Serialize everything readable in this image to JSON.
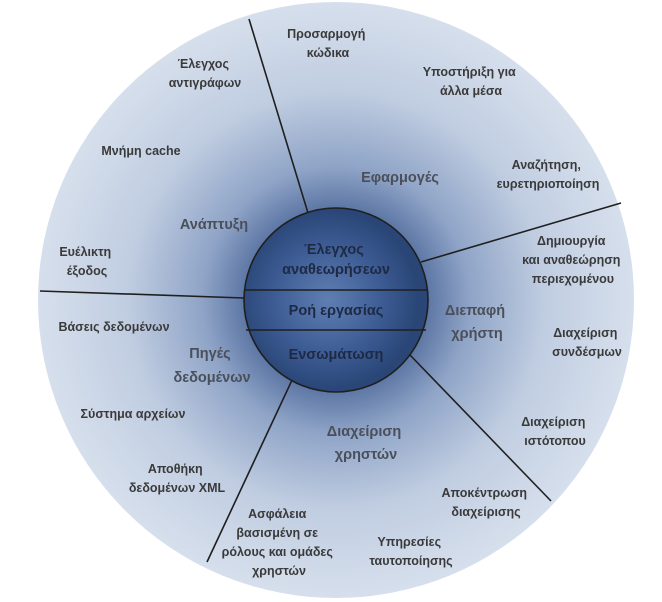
{
  "center": {
    "top": [
      "Έλεγχος",
      "αναθεωρήσεων"
    ],
    "middle": "Ροή εργασίας",
    "bottom": "Ενσωμάτωση"
  },
  "sections": {
    "applications": [
      "Εφαρμογές"
    ],
    "development": [
      "Ανάπτυξη"
    ],
    "data_sources": [
      "Πηγές",
      "δεδομένων"
    ],
    "user_management": [
      "Διαχείριση",
      "χρηστών"
    ],
    "user_interface": [
      "Διεπαφή",
      "χρήστη"
    ]
  },
  "items": {
    "code_customization": [
      "Προσαρμογή",
      "κώδικα"
    ],
    "other_media_support": [
      "Υποστήριξη για",
      "άλλα μέσα"
    ],
    "search_indexing": [
      "Αναζήτηση,",
      "ευρετηριοποίηση"
    ],
    "copy_control": [
      "Έλεγχος",
      "αντιγράφων"
    ],
    "cache_memory": [
      "Μνήμη cache"
    ],
    "flexible_output": [
      "Ευέλικτη",
      "έξοδος"
    ],
    "content_creation_review": [
      "Δημιουργία",
      "και αναθεώρηση",
      "περιεχομένου"
    ],
    "link_management": [
      "Διαχείριση",
      "συνδέσμων"
    ],
    "site_management": [
      "Διαχείριση",
      "ιστότοπου"
    ],
    "databases": [
      "Βάσεις δεδομένων"
    ],
    "file_system": [
      "Σύστημα αρχείων"
    ],
    "xml_storage": [
      "Αποθήκη",
      "δεδομένων XML"
    ],
    "role_group_security": [
      "Ασφάλεια",
      "βασισμένη σε",
      "ρόλους και ομάδες",
      "χρηστών"
    ],
    "authentication_services": [
      "Υπηρεσίες",
      "ταυτοποίησης"
    ],
    "decentralized_management": [
      "Αποκέντρωση",
      "διαχείρισης"
    ]
  },
  "colors": {
    "outer_edge": "#d2dceb",
    "glow": "#17305f",
    "core_fill": "#4f6fa6",
    "lines": "#1f1f1f"
  }
}
